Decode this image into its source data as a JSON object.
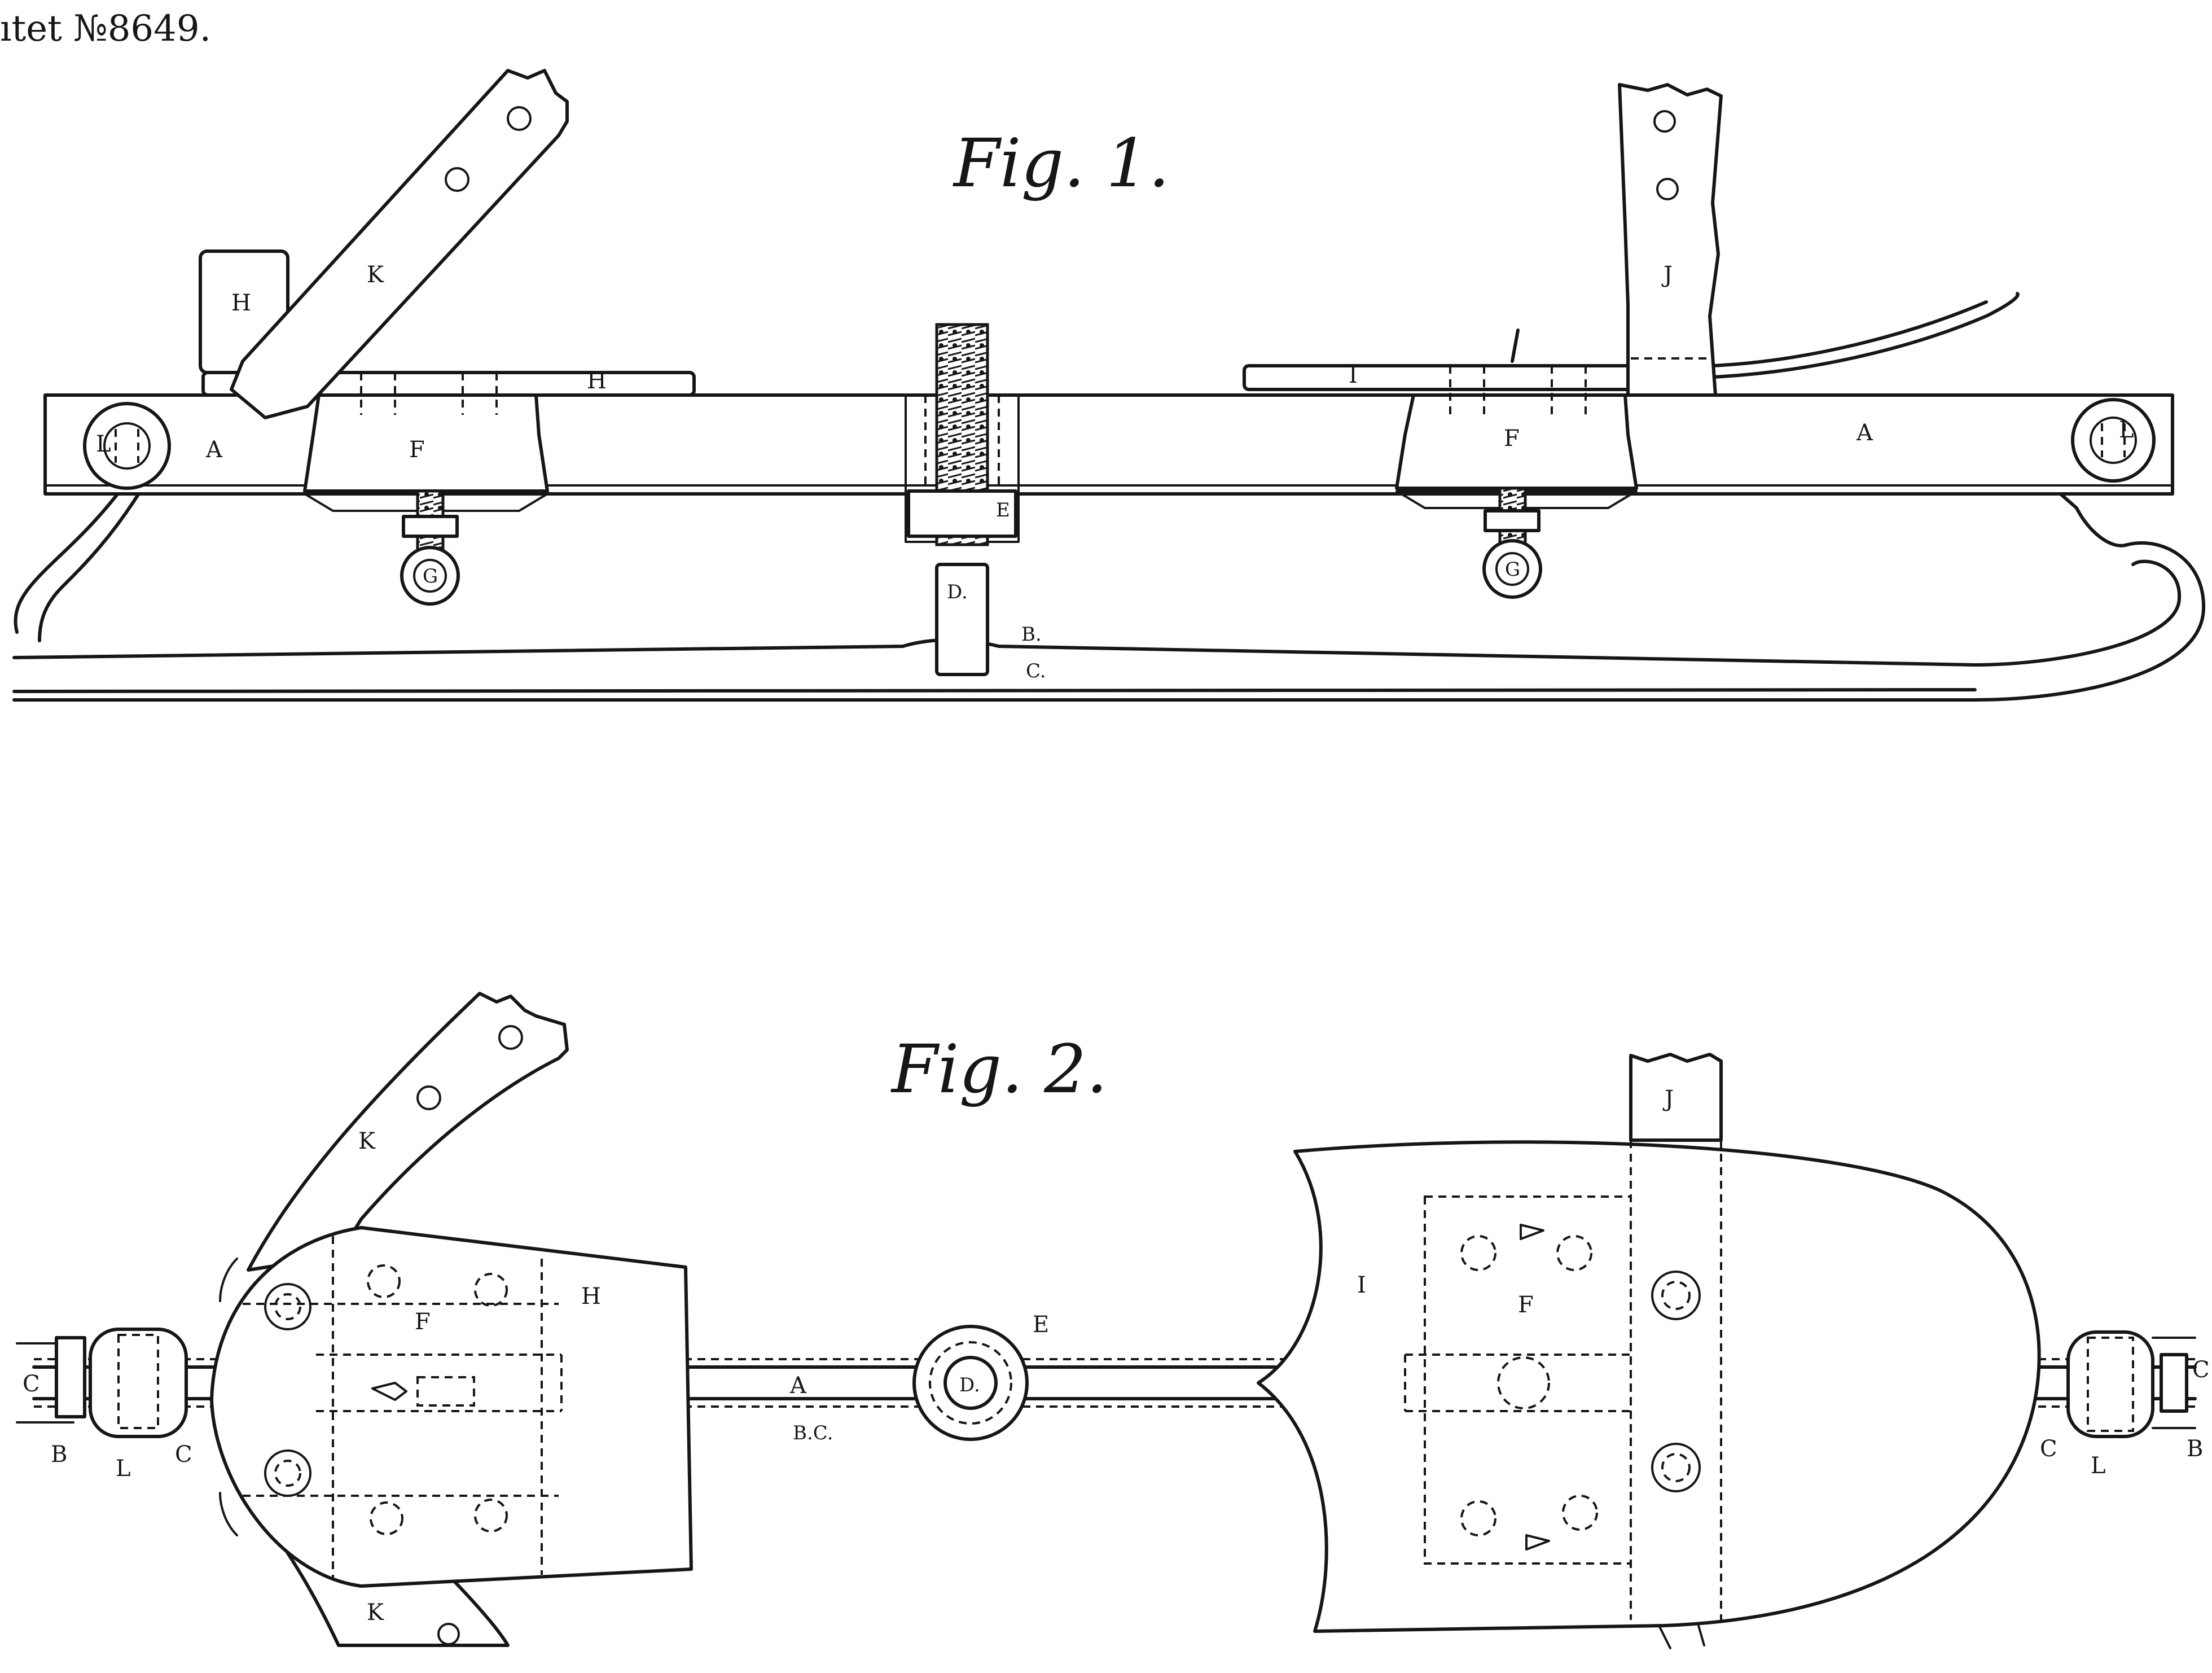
{
  "header": {
    "patent_number": "ıtet №8649."
  },
  "figure1": {
    "title": "Fig. 1.",
    "labels": {
      "A_left": "A",
      "A_right": "A",
      "L_left": "L",
      "L_right": "L",
      "F_left": "F",
      "F_right": "F",
      "G_left": "G",
      "G_right": "G",
      "H_plate": "H",
      "H_heel": "H",
      "K": "K",
      "I": "I",
      "J": "J",
      "E": "E",
      "D": "D.",
      "B": "B.",
      "C": "C."
    }
  },
  "figure2": {
    "title": "Fig. 2.",
    "labels": {
      "K_top": "K",
      "K_bottom": "K",
      "F_left": "F",
      "F_right": "F",
      "H": "H",
      "I": "I",
      "J": "J",
      "E": "E",
      "D": "D.",
      "A": "A",
      "BC": "B.C.",
      "C_far_left": "C",
      "B_left": "B",
      "L_left": "L",
      "C_left": "C",
      "C_right": "C",
      "L_right": "L",
      "B_right": "B",
      "C_far_right": "C"
    }
  }
}
